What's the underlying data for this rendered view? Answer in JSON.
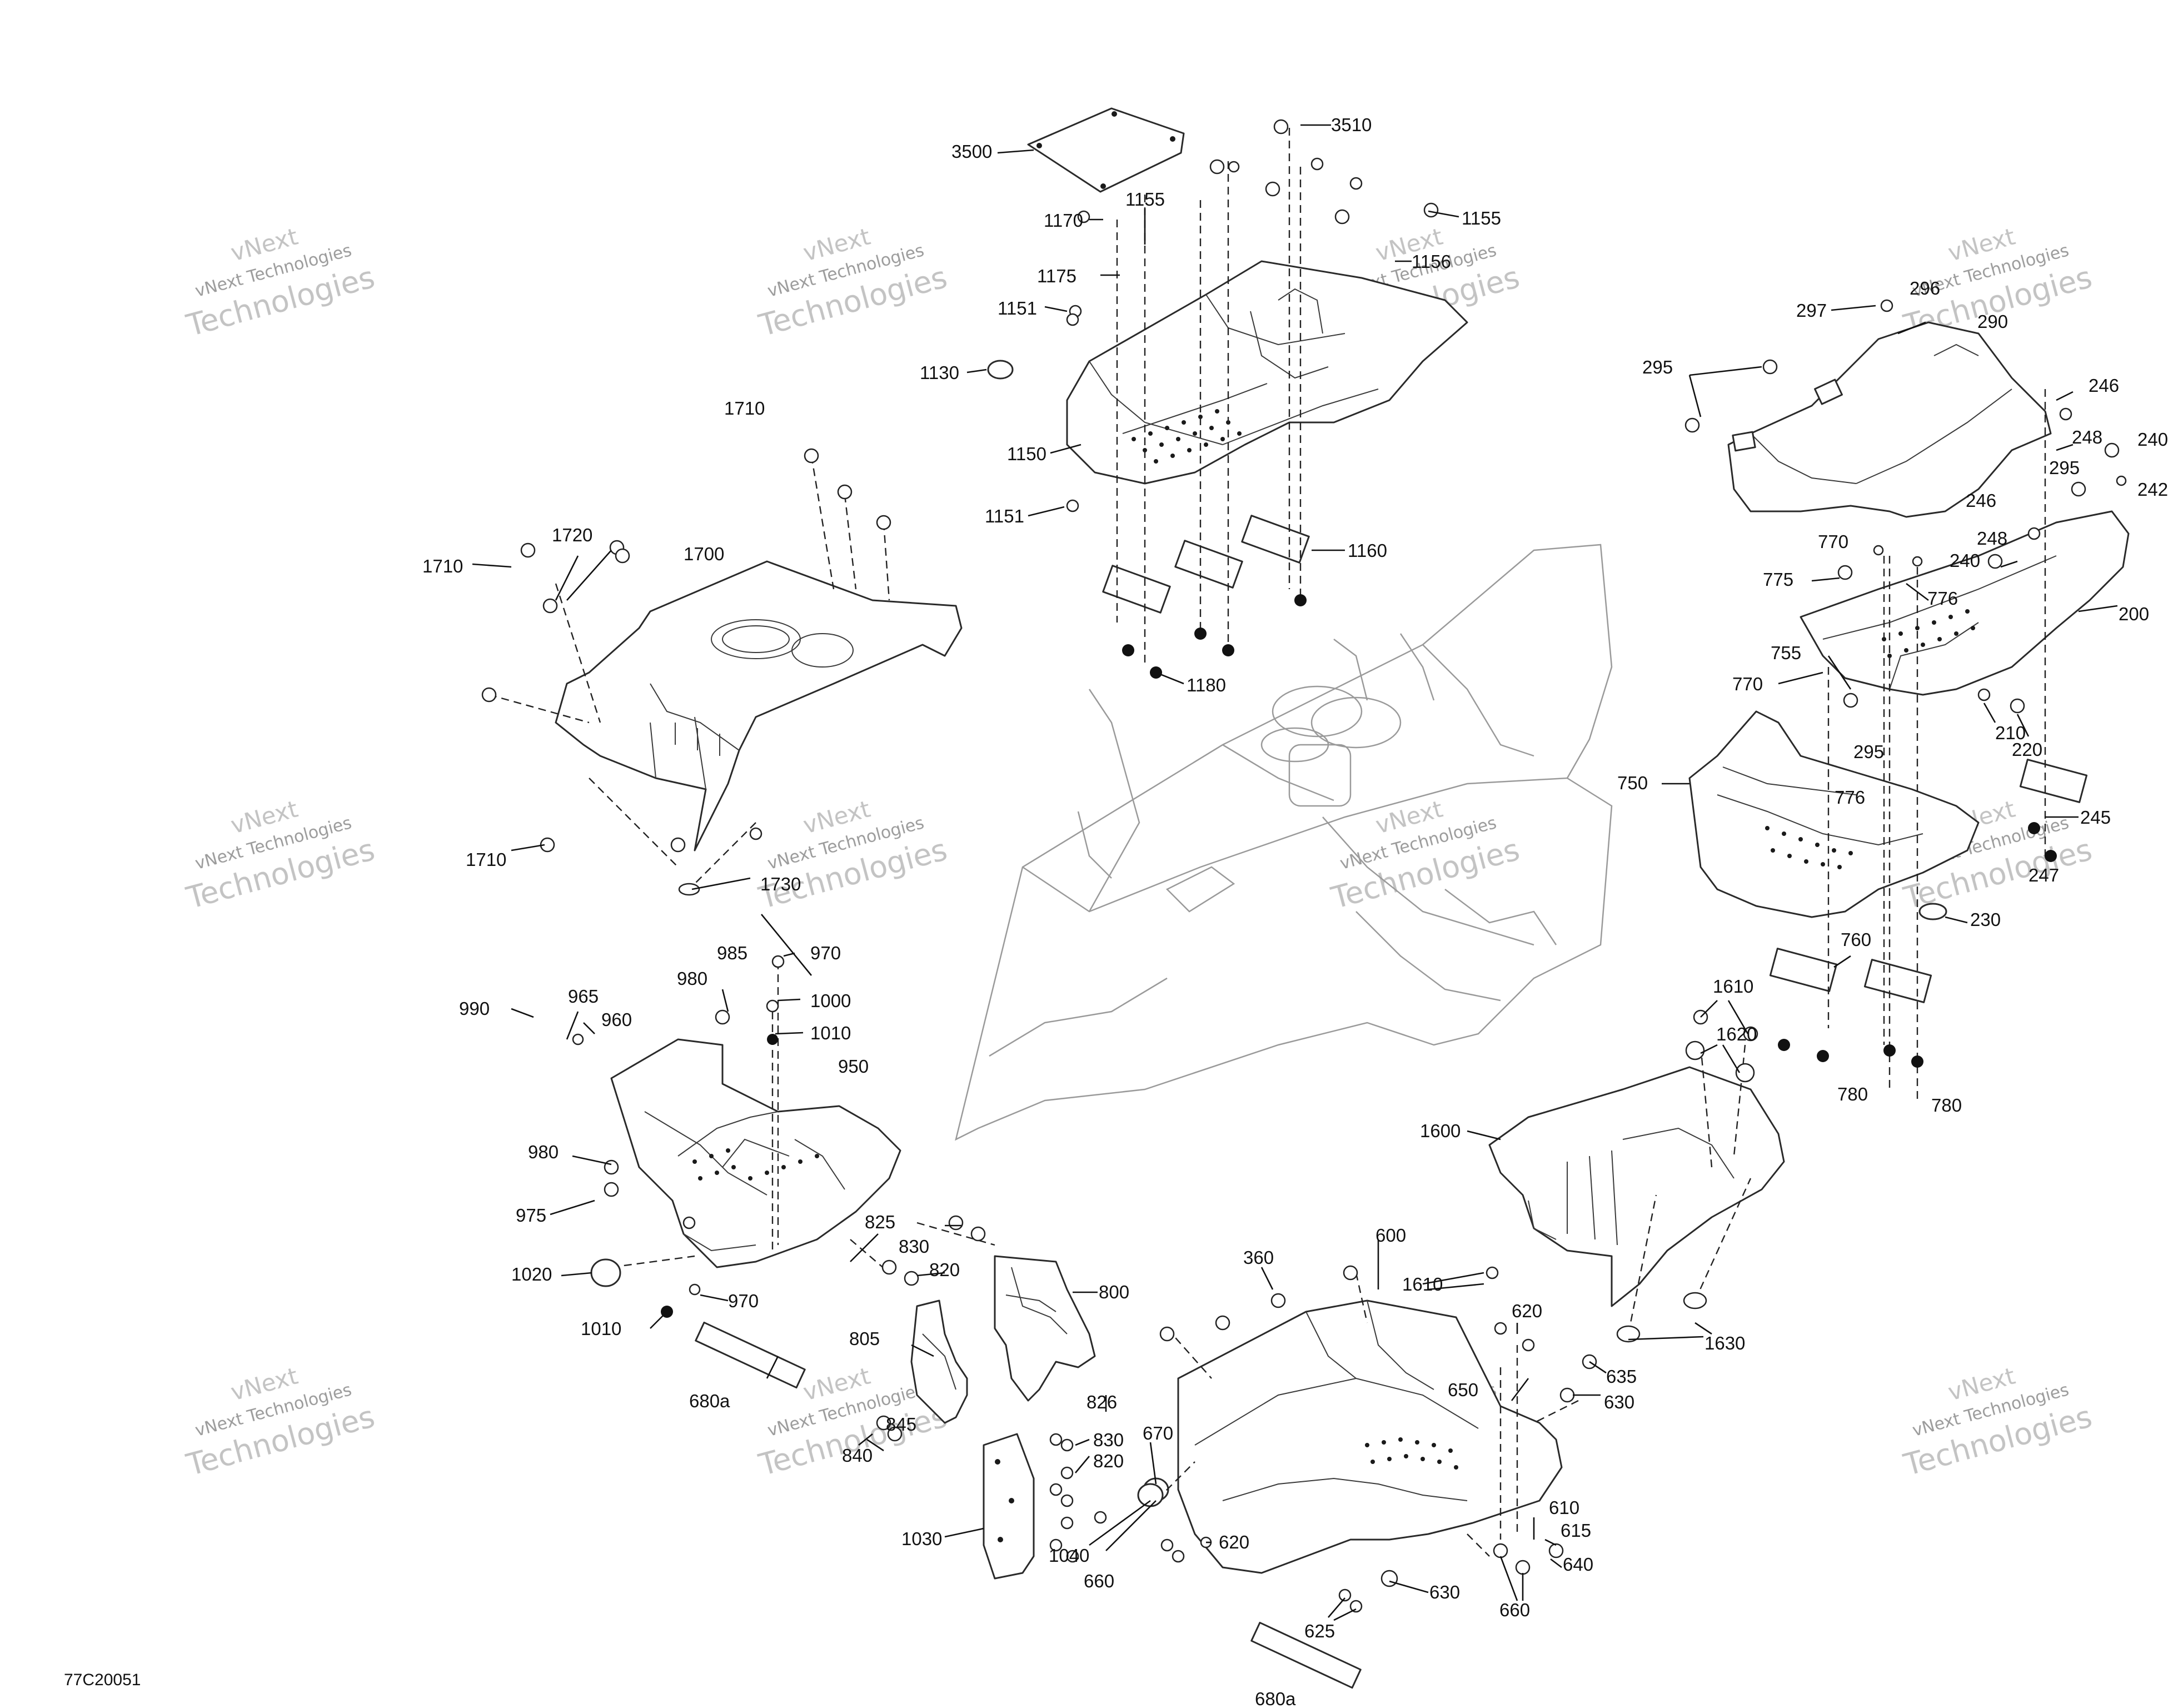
{
  "document_id": "77C20051",
  "watermark": {
    "line1": "vNext",
    "line2": "vNext Technologies",
    "line3": "Technologies"
  },
  "callouts": [
    "3500",
    "3510",
    "1170",
    "1155",
    "1155",
    "1175",
    "1156",
    "1151",
    "1130",
    "1150",
    "1151",
    "1160",
    "1180",
    "1710",
    "1720",
    "1710",
    "1700",
    "1710",
    "1730",
    "297",
    "296",
    "290",
    "295",
    "246",
    "248",
    "240",
    "295",
    "242",
    "246",
    "248",
    "770",
    "775",
    "240",
    "776",
    "200",
    "755",
    "770",
    "295",
    "210",
    "220",
    "750",
    "776",
    "245",
    "247",
    "230",
    "760",
    "1610",
    "1620",
    "780",
    "780",
    "1600",
    "1610",
    "1630",
    "985",
    "970",
    "980",
    "1000",
    "990",
    "965",
    "960",
    "1010",
    "950",
    "980",
    "975",
    "1020",
    "825",
    "830",
    "820",
    "800",
    "970",
    "1010",
    "805",
    "680a",
    "826",
    "830",
    "820",
    "840",
    "845",
    "1030",
    "1040",
    "660",
    "670",
    "620",
    "360",
    "600",
    "620",
    "650",
    "635",
    "630",
    "610",
    "615",
    "640",
    "630",
    "660",
    "625",
    "680a"
  ]
}
